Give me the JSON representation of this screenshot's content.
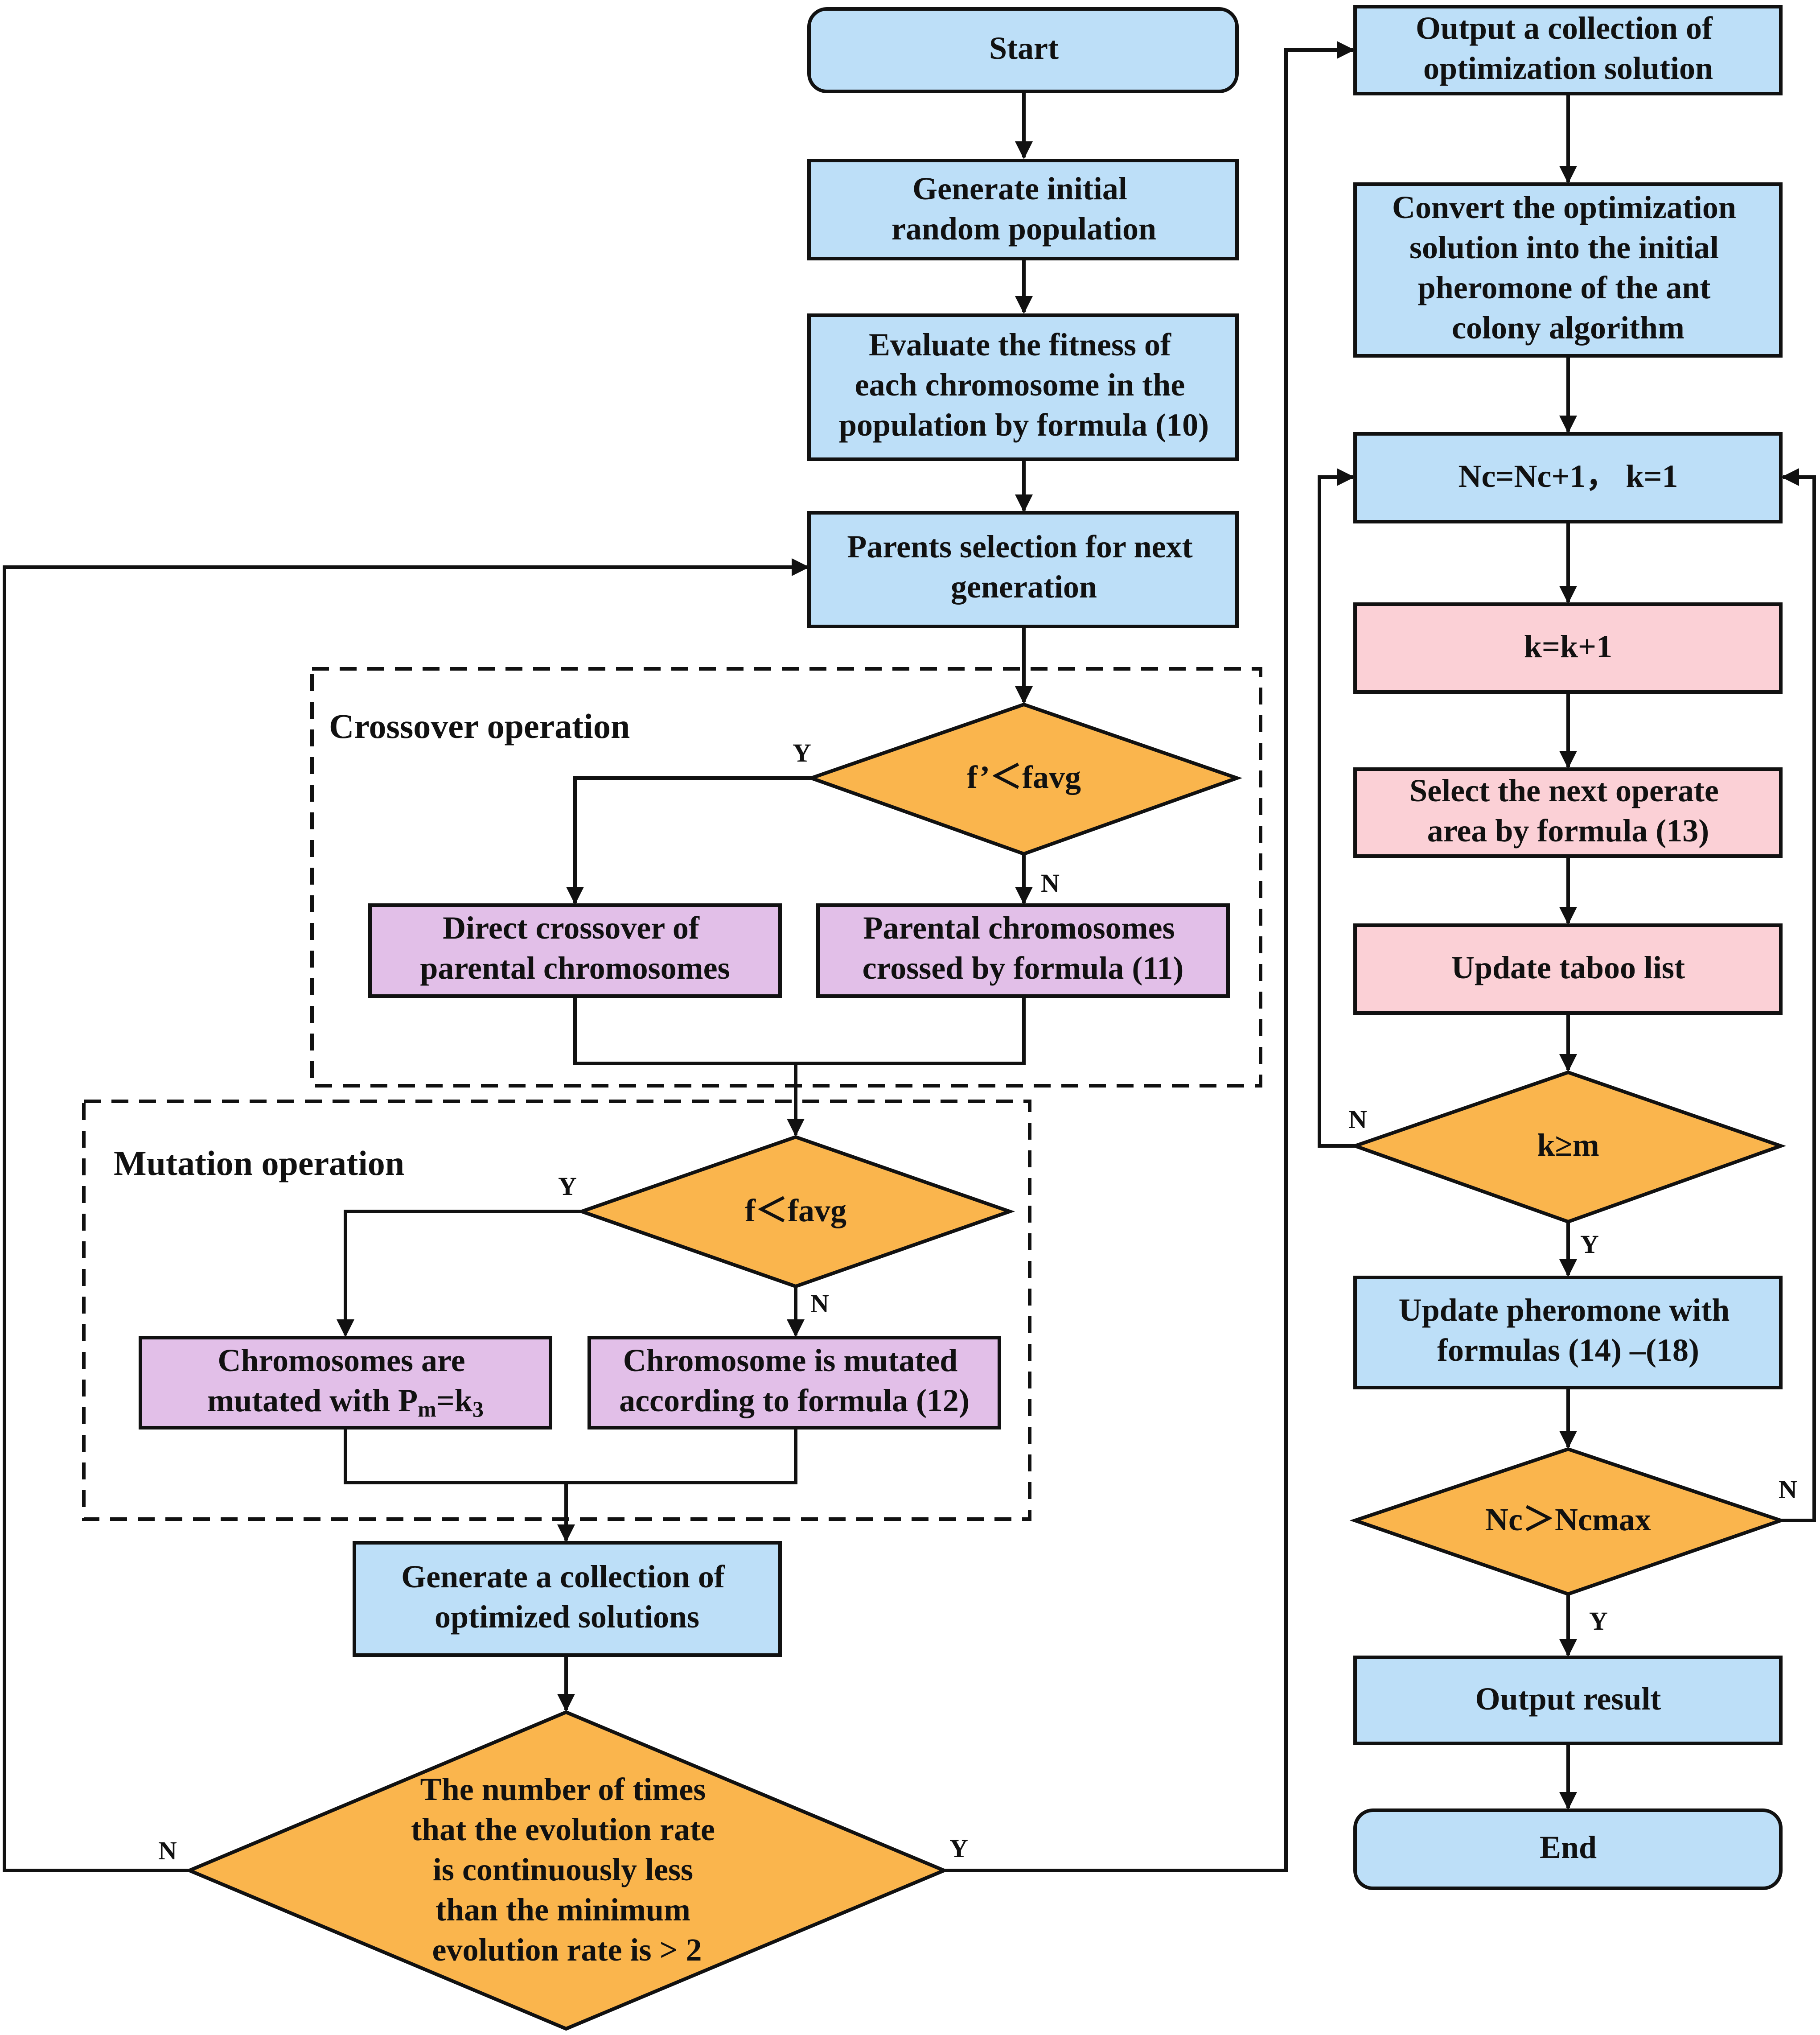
{
  "nodes": {
    "start": [
      "Start"
    ],
    "gen_pop": [
      "Generate initial",
      "random population"
    ],
    "eval": [
      "Evaluate the fitness of",
      "each chromosome in the",
      "population by formula (10)"
    ],
    "parents": [
      "Parents selection for next",
      "generation"
    ],
    "dec_cross": [
      "f’＜favg"
    ],
    "direct_cross": [
      "Direct crossover of",
      "parental chromosomes"
    ],
    "formula_cross": [
      "Parental chromosomes",
      "crossed by formula (11)"
    ],
    "dec_mut": [
      "f＜favg"
    ],
    "mut_pm": [
      "Chromosomes are",
      "mutated with P",
      "m",
      "=k",
      "3"
    ],
    "mut_formula": [
      "Chromosome is mutated",
      "according to formula (12)"
    ],
    "gen_coll": [
      "Generate a collection of",
      "optimized solutions"
    ],
    "dec_evo": [
      "The number of times",
      "that the evolution rate",
      "is continuously less",
      "than the minimum",
      "evolution rate is > 2"
    ],
    "out_coll": [
      "Output a collection of",
      "optimization solution"
    ],
    "convert": [
      "Convert the optimization",
      "solution into the initial",
      "pheromone of the ant",
      "colony algorithm"
    ],
    "nc_inc": [
      "Nc=Nc+1，  k=1"
    ],
    "k_inc": [
      "k=k+1"
    ],
    "select_area": [
      "Select the next operate",
      "area by formula (13)"
    ],
    "taboo": [
      "Update taboo list"
    ],
    "dec_k": [
      "k≥m"
    ],
    "update_pher": [
      "Update pheromone with",
      "formulas (14) –(18)"
    ],
    "dec_nc": [
      "Nc＞Ncmax"
    ],
    "out_result": [
      "Output result"
    ],
    "end": [
      "End"
    ]
  },
  "groups": {
    "crossover": "Crossover operation",
    "mutation": "Mutation operation"
  },
  "edge_labels": {
    "y": "Y",
    "n": "N"
  },
  "colors": {
    "process": "#bddff8",
    "operation": "#e2bfe8",
    "ant_step": "#fbd0d6",
    "decision": "#fab54d",
    "line": "#111111"
  }
}
